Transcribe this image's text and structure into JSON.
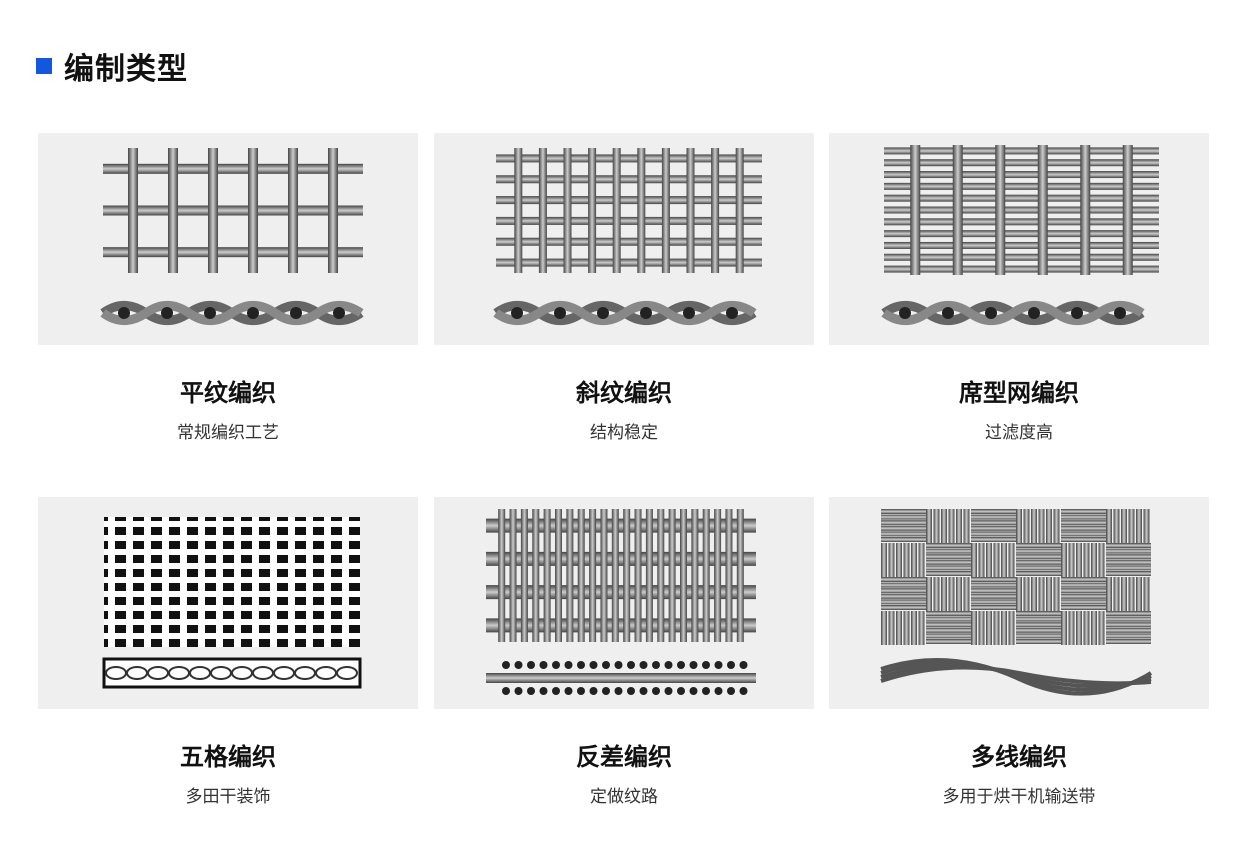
{
  "header": {
    "title": "编制类型",
    "accent": "#1257e0"
  },
  "items": [
    {
      "title": "平纹编织",
      "subtitle": "常规编织工艺",
      "pattern": "plain"
    },
    {
      "title": "斜纹编织",
      "subtitle": "结构稳定",
      "pattern": "twill"
    },
    {
      "title": "席型网编织",
      "subtitle": "过滤度高",
      "pattern": "dutch"
    },
    {
      "title": "五格编织",
      "subtitle": "多田干装饰",
      "pattern": "five"
    },
    {
      "title": "反差编织",
      "subtitle": "定做纹路",
      "pattern": "reverse"
    },
    {
      "title": "多线编织",
      "subtitle": "多用于烘干机输送带",
      "pattern": "multi"
    }
  ]
}
